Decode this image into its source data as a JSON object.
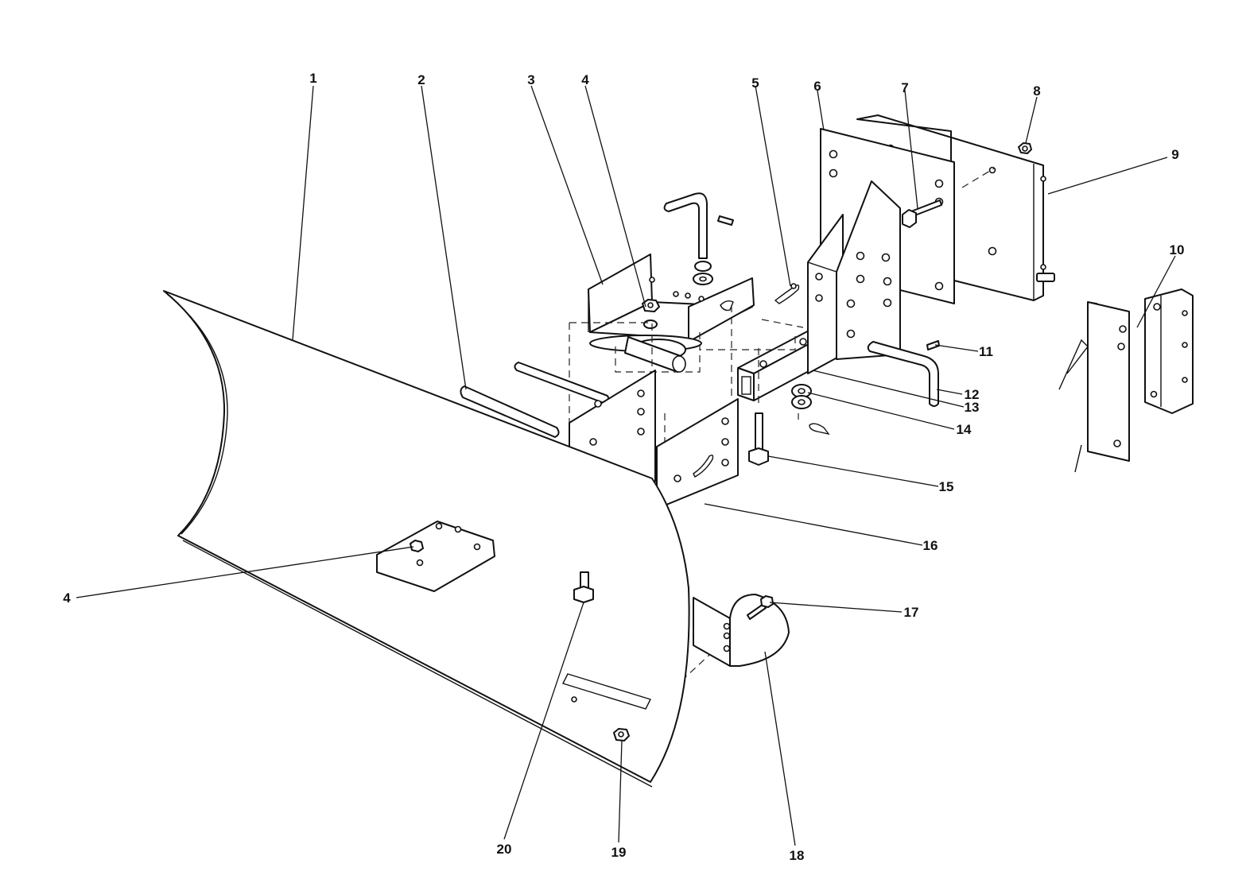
{
  "title": "",
  "callouts": [
    {
      "id": "c1",
      "label": "1"
    },
    {
      "id": "c2",
      "label": "2"
    },
    {
      "id": "c3",
      "label": "3"
    },
    {
      "id": "c4a",
      "label": "4"
    },
    {
      "id": "c5",
      "label": "5"
    },
    {
      "id": "c6",
      "label": "6"
    },
    {
      "id": "c7",
      "label": "7"
    },
    {
      "id": "c8",
      "label": "8"
    },
    {
      "id": "c9",
      "label": "9"
    },
    {
      "id": "c10",
      "label": "10"
    },
    {
      "id": "c11",
      "label": "11"
    },
    {
      "id": "c12",
      "label": "12"
    },
    {
      "id": "c13",
      "label": "13"
    },
    {
      "id": "c14",
      "label": "14"
    },
    {
      "id": "c15",
      "label": "15"
    },
    {
      "id": "c16",
      "label": "16"
    },
    {
      "id": "c4b",
      "label": "4"
    },
    {
      "id": "c17",
      "label": "17"
    },
    {
      "id": "c20",
      "label": "20"
    },
    {
      "id": "c19",
      "label": "19"
    },
    {
      "id": "c18",
      "label": "18"
    }
  ]
}
